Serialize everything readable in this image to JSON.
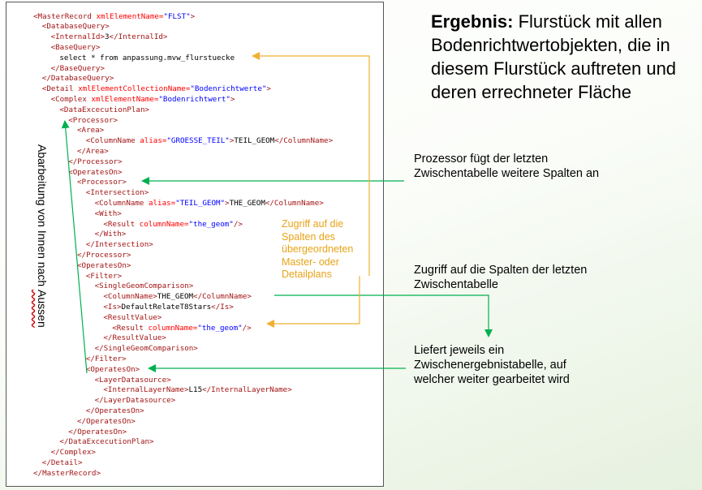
{
  "xml_lines": [
    [
      {
        "c": "tag",
        "t": "<MasterRecord "
      },
      {
        "c": "attr",
        "t": "xmlElementName="
      },
      {
        "c": "val",
        "t": "\"FLST\""
      },
      {
        "c": "tag",
        "t": ">"
      }
    ],
    [
      {
        "c": "tag",
        "t": "<DatabaseQuery>"
      }
    ],
    [
      {
        "c": "tag",
        "t": "<InternalId>"
      },
      {
        "c": "txt",
        "t": "3"
      },
      {
        "c": "tag",
        "t": "</InternalId>"
      }
    ],
    [
      {
        "c": "tag",
        "t": "<BaseQuery>"
      }
    ],
    [
      {
        "c": "txt",
        "t": "select * from anpassung.mvw_flurstuecke"
      }
    ],
    [
      {
        "c": "tag",
        "t": "</BaseQuery>"
      }
    ],
    [
      {
        "c": "tag",
        "t": "</DatabaseQuery>"
      }
    ],
    [
      {
        "c": "tag",
        "t": "<Detail "
      },
      {
        "c": "attr",
        "t": "xmlElementCollectionName="
      },
      {
        "c": "val",
        "t": "\"Bodenrichtwerte\""
      },
      {
        "c": "tag",
        "t": ">"
      }
    ],
    [
      {
        "c": "tag",
        "t": "<Complex "
      },
      {
        "c": "attr",
        "t": "xmlElementName="
      },
      {
        "c": "val",
        "t": "\"Bodenrichtwert\""
      },
      {
        "c": "tag",
        "t": ">"
      }
    ],
    [
      {
        "c": "tag",
        "t": "<DataExcecutionPlan>"
      }
    ],
    [
      {
        "c": "tag",
        "t": "<Processor>"
      }
    ],
    [
      {
        "c": "tag",
        "t": "<Area>"
      }
    ],
    [
      {
        "c": "tag",
        "t": "<ColumnName "
      },
      {
        "c": "attr",
        "t": "alias="
      },
      {
        "c": "val",
        "t": "\"GROESSE_TEIL\""
      },
      {
        "c": "tag",
        "t": ">"
      },
      {
        "c": "txt",
        "t": "TEIL_GEOM"
      },
      {
        "c": "tag",
        "t": "</ColumnName>"
      }
    ],
    [
      {
        "c": "tag",
        "t": "</Area>"
      }
    ],
    [
      {
        "c": "tag",
        "t": "</Processor>"
      }
    ],
    [
      {
        "c": "tag",
        "t": "<OperatesOn>"
      }
    ],
    [
      {
        "c": "tag",
        "t": "<Processor>"
      }
    ],
    [
      {
        "c": "tag",
        "t": "<Intersection>"
      }
    ],
    [
      {
        "c": "tag",
        "t": "<ColumnName "
      },
      {
        "c": "attr",
        "t": "alias="
      },
      {
        "c": "val",
        "t": "\"TEIL_GEOM\""
      },
      {
        "c": "tag",
        "t": ">"
      },
      {
        "c": "txt",
        "t": "THE_GEOM"
      },
      {
        "c": "tag",
        "t": "</ColumnName>"
      }
    ],
    [
      {
        "c": "tag",
        "t": "<With>"
      }
    ],
    [
      {
        "c": "tag",
        "t": "<Result "
      },
      {
        "c": "attr",
        "t": "columnName="
      },
      {
        "c": "val",
        "t": "\"the_geom\""
      },
      {
        "c": "tag",
        "t": "/>"
      }
    ],
    [
      {
        "c": "tag",
        "t": "</With>"
      }
    ],
    [
      {
        "c": "tag",
        "t": "</Intersection>"
      }
    ],
    [
      {
        "c": "tag",
        "t": "</Processor>"
      }
    ],
    [
      {
        "c": "tag",
        "t": "<OperatesOn>"
      }
    ],
    [
      {
        "c": "tag",
        "t": "<Filter>"
      }
    ],
    [
      {
        "c": "tag",
        "t": "<SingleGeomComparison>"
      }
    ],
    [
      {
        "c": "tag",
        "t": "<ColumnName>"
      },
      {
        "c": "txt",
        "t": "THE_GEOM"
      },
      {
        "c": "tag",
        "t": "</ColumnName>"
      }
    ],
    [
      {
        "c": "tag",
        "t": "<Is>"
      },
      {
        "c": "txt",
        "t": "DefaultRelateT8Stars"
      },
      {
        "c": "tag",
        "t": "</Is>"
      }
    ],
    [
      {
        "c": "tag",
        "t": "<ResultValue>"
      }
    ],
    [
      {
        "c": "tag",
        "t": "<Result "
      },
      {
        "c": "attr",
        "t": "columnName="
      },
      {
        "c": "val",
        "t": "\"the_geom\""
      },
      {
        "c": "tag",
        "t": "/>"
      }
    ],
    [
      {
        "c": "tag",
        "t": "</ResultValue>"
      }
    ],
    [
      {
        "c": "tag",
        "t": "</SingleGeomComparison>"
      }
    ],
    [
      {
        "c": "tag",
        "t": "</Filter>"
      }
    ],
    [
      {
        "c": "tag",
        "t": "<OperatesOn>"
      }
    ],
    [
      {
        "c": "tag",
        "t": "<LayerDatasource>"
      }
    ],
    [
      {
        "c": "tag",
        "t": "<InternalLayerName>"
      },
      {
        "c": "txt",
        "t": "L15"
      },
      {
        "c": "tag",
        "t": "</InternalLayerName>"
      }
    ],
    [
      {
        "c": "tag",
        "t": "</LayerDatasource>"
      }
    ],
    [
      {
        "c": "tag",
        "t": "</OperatesOn>"
      }
    ],
    [
      {
        "c": "tag",
        "t": "</OperatesOn>"
      }
    ],
    [
      {
        "c": "tag",
        "t": "</OperatesOn>"
      }
    ],
    [
      {
        "c": "tag",
        "t": "</DataExcecutionPlan>"
      }
    ],
    [
      {
        "c": "tag",
        "t": "</Complex>"
      }
    ],
    [
      {
        "c": "tag",
        "t": "</Detail>"
      }
    ],
    [
      {
        "c": "tag",
        "t": "</MasterRecord>"
      }
    ]
  ],
  "headline": {
    "bold": "Ergebnis:",
    "rest": " Flurstück mit allen Bodenrichtwertobjekten, die in diesem Flurstück auftreten und deren errechneter Fläche"
  },
  "notes": {
    "processor": "Prozessor fügt der letzten Zwischentabelle weitere Spalten an",
    "columns": "Zugriff auf die Spalten der letzten Zwischentabelle",
    "result": "Liefert jeweils ein Zwischenergebnistabelle, auf welcher weiter gearbeitet wird",
    "orange": "Zugriff auf die Spalten des übergeordneten Master- oder Detailplans"
  },
  "vertical_label": {
    "before": "Abarbeitung von Innen nach ",
    "underlined": "Aussen"
  },
  "colors": {
    "green": "#00b050",
    "orange": "#f0b030",
    "tag": "#a31515",
    "attr": "#ff0000",
    "value": "#0000ff"
  }
}
